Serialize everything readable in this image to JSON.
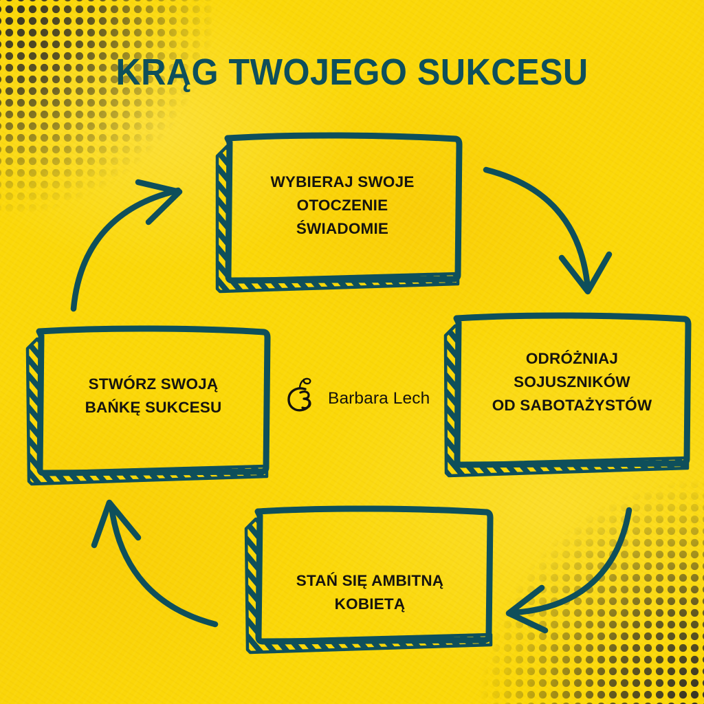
{
  "theme": {
    "background_yellow": "#fbd808",
    "teal": "#0e4f5b",
    "text_black": "#16140f",
    "halftone_dot": "#2b2b28"
  },
  "header": {
    "title": "KRĄG TWOJEGO SUKCESU"
  },
  "diagram": {
    "type": "cycle",
    "direction": "clockwise",
    "nodes": [
      {
        "id": "top",
        "position": "top",
        "lines": [
          "WYBIERAJ SWOJE",
          "OTOCZENIE",
          "ŚWIADOMIE"
        ]
      },
      {
        "id": "right",
        "position": "right",
        "lines": [
          "ODRÓŻNIAJ",
          "SOJUSZNIKÓW",
          "OD SABOTAŻYSTÓW"
        ]
      },
      {
        "id": "bottom",
        "position": "bottom",
        "lines": [
          "STAŃ SIĘ AMBITNĄ",
          "KOBIETĄ"
        ]
      },
      {
        "id": "left",
        "position": "left",
        "lines": [
          "STWÓRZ SWOJĄ",
          "BAŃKĘ SUKCESU"
        ]
      }
    ],
    "arrows": [
      {
        "id": "top-to-right",
        "from": "top",
        "to": "right"
      },
      {
        "id": "right-to-bottom",
        "from": "right",
        "to": "bottom"
      },
      {
        "id": "bottom-to-left",
        "from": "bottom",
        "to": "left"
      },
      {
        "id": "left-to-top",
        "from": "left",
        "to": "top"
      }
    ]
  },
  "branding": {
    "name": "Barbara Lech",
    "mark": "monogram-bl-icon"
  },
  "decoration": {
    "halftone_top_left": "halftone-dots-icon",
    "halftone_bottom_right": "halftone-dots-icon"
  }
}
